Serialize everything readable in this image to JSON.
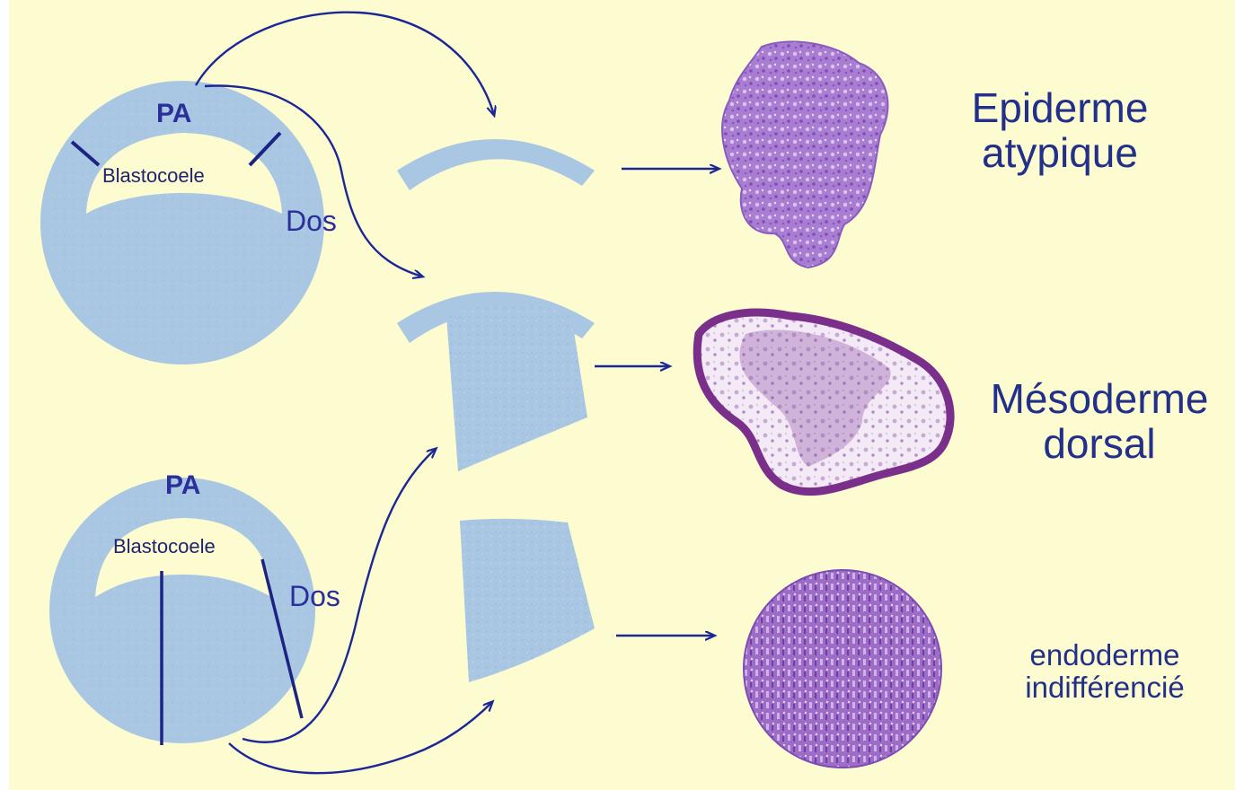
{
  "embryo_top": {
    "animal_pole_label": "PA",
    "cavity_label": "Blastocoele",
    "dorsal_label": "Dos"
  },
  "embryo_bottom": {
    "animal_pole_label": "PA",
    "cavity_label": "Blastocoele",
    "dorsal_label": "Dos"
  },
  "results": {
    "epiderme": {
      "line1": "Epiderme",
      "line2": "atypique"
    },
    "mesoderme": {
      "line1": "Mésoderme",
      "line2": "dorsal"
    },
    "endoderme": {
      "line1": "endoderme",
      "line2": "indifférencié"
    }
  },
  "colors": {
    "background": "#fdfbd0",
    "tissue": "#a9c7e2",
    "tissue_dark": "#93b6d6",
    "arrow": "#1c2796",
    "cut_line": "#1c2383",
    "label": "#2a2f9a",
    "stain_epiderme": "#a97ed2",
    "stain_mesoderme": "#7a2f8a",
    "stain_endoderme": "#9c6cc6"
  }
}
